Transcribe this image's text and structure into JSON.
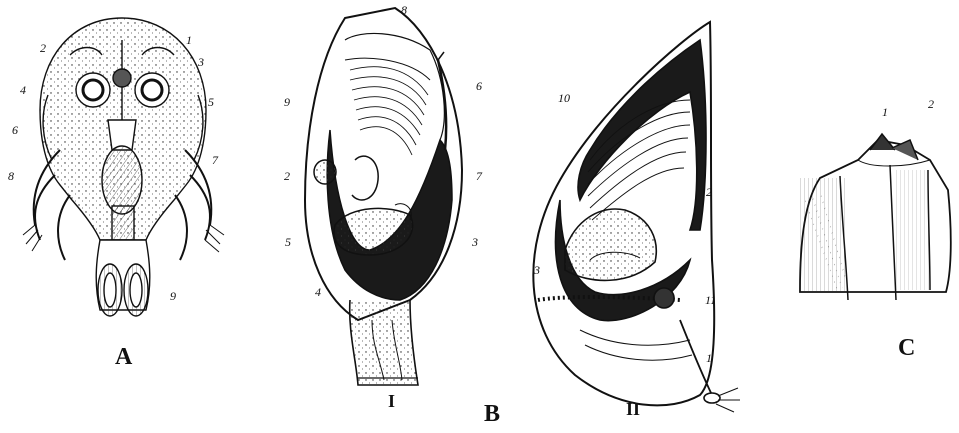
{
  "panels": {
    "A": {
      "caption": "A",
      "labels": [
        "2",
        "1",
        "3",
        "4",
        "5",
        "6",
        "7",
        "8",
        "9"
      ]
    },
    "B": {
      "caption": "B",
      "sub_I": {
        "caption": "I",
        "labels": [
          "8",
          "6",
          "9",
          "2",
          "7",
          "5",
          "3",
          "4"
        ]
      },
      "sub_II": {
        "caption": "II",
        "labels": [
          "10",
          "2",
          "3",
          "11",
          "1"
        ]
      }
    },
    "C": {
      "caption": "C",
      "labels": [
        "1",
        "2"
      ]
    }
  },
  "colors": {
    "ink": "#111111",
    "background": "#ffffff",
    "shade": "#1a1a1a"
  }
}
